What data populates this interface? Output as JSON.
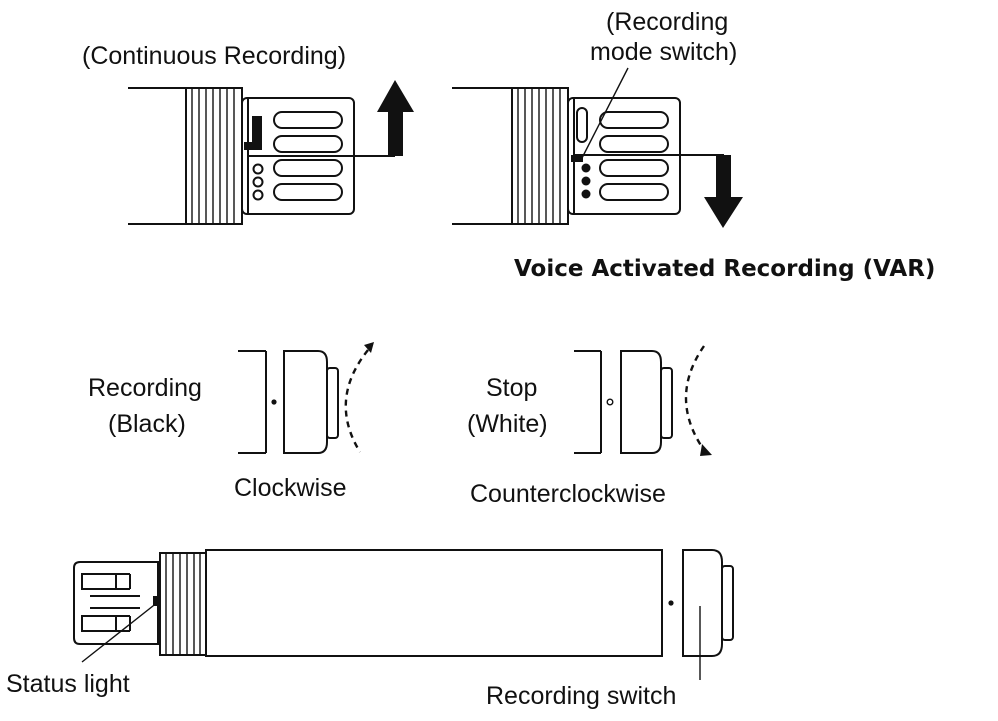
{
  "labels": {
    "continuous_recording": "(Continuous Recording)",
    "mode_switch_line1": "(Recording",
    "mode_switch_line2": "mode switch)",
    "var_label": "Voice Activated Recording (VAR)",
    "recording_line1": "Recording",
    "recording_line2": "(Black)",
    "stop_line1": "Stop",
    "stop_line2": "(White)",
    "clockwise": "Clockwise",
    "counterclockwise": "Counterclockwise",
    "status_light": "Status light",
    "recording_switch": "Recording switch"
  },
  "colors": {
    "ink": "#111111",
    "background": "#ffffff"
  }
}
